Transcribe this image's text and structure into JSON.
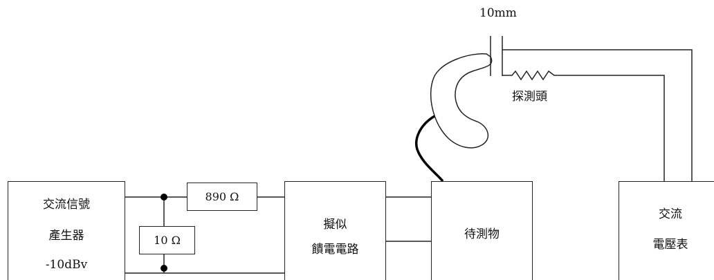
{
  "generator": {
    "lines": [
      "交流信號",
      "產生器",
      "-10dBv"
    ]
  },
  "resistor_series": {
    "label": "890 Ω"
  },
  "resistor_shunt": {
    "label": "10 Ω"
  },
  "feed_circuit": {
    "lines": [
      "擬似",
      "饋電電路"
    ]
  },
  "dut": {
    "label": "待測物"
  },
  "voltmeter": {
    "lines": [
      "交流",
      "電壓表"
    ]
  },
  "probe": {
    "label": "探測頭"
  },
  "gap": {
    "label": "10mm"
  },
  "colors": {
    "line": "#222222",
    "node": "#000000"
  }
}
